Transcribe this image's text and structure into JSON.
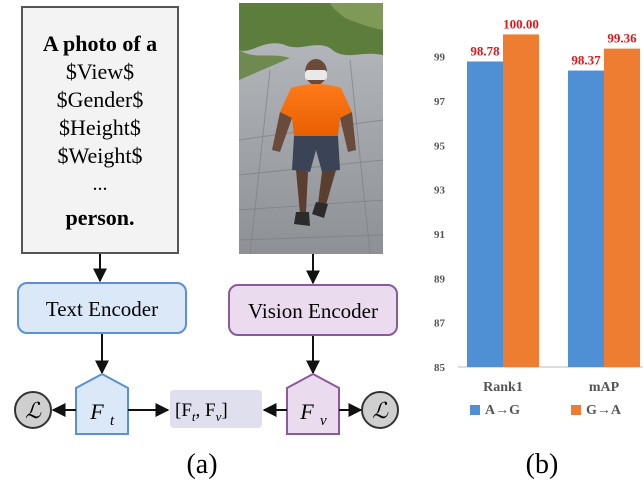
{
  "prompt_box": {
    "lines": [
      "A photo of a",
      "$View$",
      "$Gender$",
      "$Height$",
      "$Weight$",
      "...",
      "person."
    ]
  },
  "photo": {
    "description_icon": "person-walking-photo"
  },
  "text_encoder": {
    "label": "Text Encoder"
  },
  "vision_encoder": {
    "label": "Vision Encoder"
  },
  "features": {
    "ft_main": "F",
    "ft_sub": "t",
    "fv_main": "F",
    "fv_sub": "v",
    "concat": "[F",
    "concat_t": "t",
    "concat_mid": ", F",
    "concat_v": "v",
    "concat_end": "]",
    "loss_left": "ℒ",
    "loss_right": "ℒ"
  },
  "captions": {
    "a": "(a)",
    "b": "(b)"
  },
  "colors": {
    "text_encoder_fill": "#dbe8f8",
    "text_encoder_stroke": "#5b8fd6",
    "vision_encoder_fill": "#eadcee",
    "vision_encoder_stroke": "#8a5a9a",
    "concat_fill": "#dcdcec",
    "bar_a_to_g": "#4f8fd4",
    "bar_g_to_a": "#ee7d31",
    "value_label": "#e0161b"
  },
  "chart_data": {
    "type": "bar",
    "categories": [
      "Rank1",
      "mAP"
    ],
    "series": [
      {
        "name": "A→G",
        "values": [
          98.78,
          98.37
        ]
      },
      {
        "name": "G→A",
        "values": [
          100.0,
          99.36
        ]
      }
    ],
    "value_labels": [
      [
        "98.78",
        "100.00"
      ],
      [
        "98.37",
        "99.36"
      ]
    ],
    "yticks": [
      "85",
      "87",
      "89",
      "91",
      "93",
      "95",
      "97",
      "99"
    ],
    "ylim": [
      85,
      100.2
    ],
    "legend": "bottom",
    "grid": false
  }
}
